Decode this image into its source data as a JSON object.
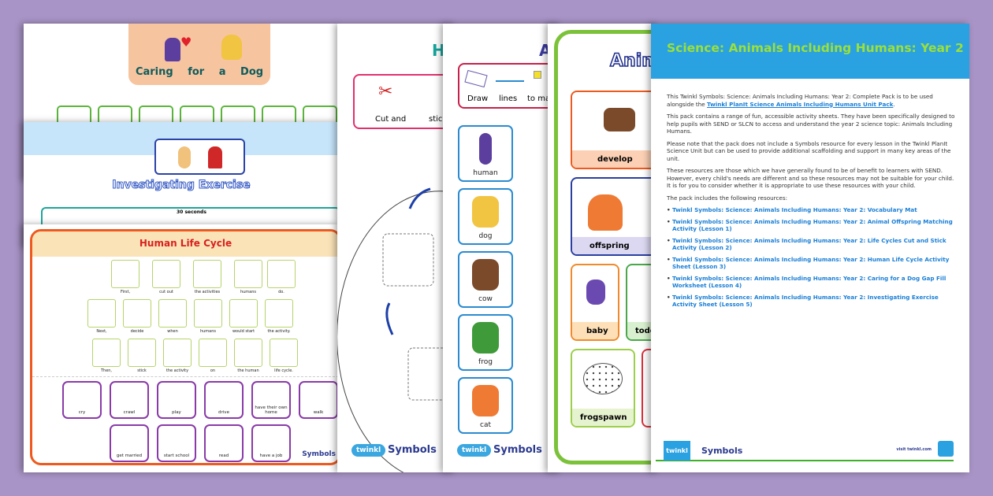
{
  "colors": {
    "background": "#a894c6",
    "cover_header": "#2aa1e0",
    "cover_title": "#8bd02b",
    "link": "#1a7fd6"
  },
  "dog_sheet": {
    "title": "Caring for a Dog",
    "title_left": "Caring for",
    "title_right": "a Dog"
  },
  "exercise_sheet": {
    "title": "Investigating Exercise",
    "timer_label": "30 seconds"
  },
  "life_cycle_sheet": {
    "title": "Human Life Cycle",
    "rows": [
      [
        "First,",
        "cut out",
        "the activities",
        "humans",
        "do."
      ],
      [
        "Next,",
        "decide",
        "when",
        "humans",
        "would start",
        "the activity."
      ],
      [
        "Then,",
        "stick",
        "the activity",
        "on",
        "the human",
        "life cycle."
      ]
    ],
    "activities": [
      "cry",
      "crawl",
      "play",
      "drive",
      "have their own home",
      "walk"
    ],
    "activities2": [
      "get married",
      "start school",
      "read",
      "have a job"
    ],
    "brand": "Symbols"
  },
  "cut_stick_sheet": {
    "title_fragment": "H",
    "instructions": [
      "Cut and",
      "stic"
    ],
    "brand_logo": "twinkl",
    "brand": "Symbols"
  },
  "matching_sheet": {
    "title_fragment": "A",
    "instructions": [
      "Draw",
      "lines",
      "to ma"
    ],
    "animals": [
      "human",
      "dog",
      "cow",
      "frog",
      "cat"
    ],
    "brand_logo": "twinkl",
    "brand": "Symbols"
  },
  "vocab_mat": {
    "title_fragment": "Anim",
    "words": [
      "develop",
      "offspring",
      "baby",
      "todd",
      "frogspawn"
    ]
  },
  "cover": {
    "title": "Science: Animals Including Humans: Year 2",
    "p1_text": "This Twinkl Symbols: Science: Animals Including Humans: Year 2: Complete Pack is to be used alongside the ",
    "p1_link": "Twinkl PlanIt Science Animals Including Humans Unit Pack",
    "p1_end": ".",
    "p2": "This pack contains a range of fun, accessible activity sheets. They have been specifically designed to help pupils with SEND or SLCN to access and understand the year 2 science topic: Animals Including Humans.",
    "p3": "Please note that the pack does not include a Symbols resource for every lesson in the Twinkl PlanIt Science Unit but can be used to provide additional scaffolding and support in many key areas of the unit.",
    "p4": "These resources are those which we have generally found to be of benefit to learners with SEND. However, every child's needs are different and so these resources may not be suitable for your child. It is for you to consider whether it is appropriate to use these resources with your child.",
    "p5": "The pack includes the following resources:",
    "resources": [
      "Twinkl Symbols: Science: Animals Including Humans: Year 2: Vocabulary Mat",
      "Twinkl Symbols: Science: Animals Including Humans: Year 2: Animal Offspring Matching Activity (Lesson 1)",
      "Twinkl Symbols: Science: Animals Including Humans: Year 2: Life Cycles Cut and Stick Activity (Lesson 2)",
      "Twinkl Symbols: Science: Animals Including Humans: Year 2: Human Life Cycle Activity Sheet (Lesson 3)",
      "Twinkl Symbols: Science: Animals Including Humans: Year 2: Caring for a Dog Gap Fill Worksheet (Lesson 4)",
      "Twinkl Symbols: Science: Animals Including Humans: Year 2: Investigating Exercise Activity Sheet (Lesson 5)"
    ],
    "brand_logo": "twinkl",
    "brand": "Symbols",
    "visit": "visit twinkl.com"
  }
}
